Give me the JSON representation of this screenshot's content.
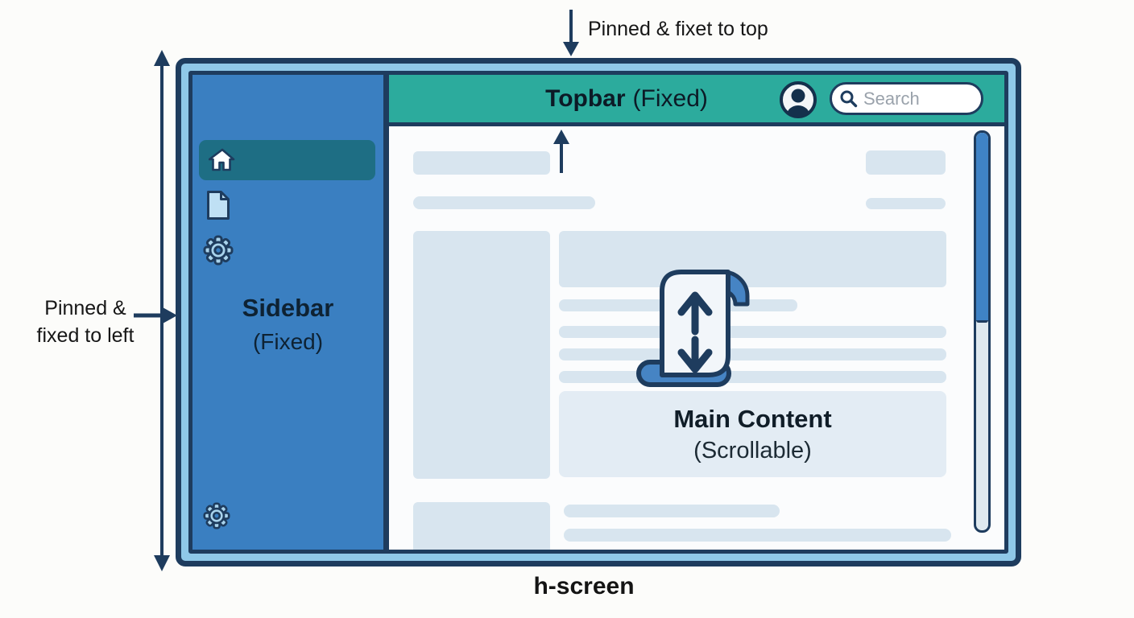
{
  "annotations": {
    "top": "Pinned & fixet to top",
    "left_line1": "Pinned &",
    "left_line2": "fixed to left",
    "bottom": "h-screen"
  },
  "topbar": {
    "title_bold": "Topbar",
    "title_rest": "(Fixed)",
    "search_placeholder": "Search",
    "icons": [
      "user-avatar-icon",
      "search-icon"
    ]
  },
  "sidebar": {
    "title_bold": "Sidebar",
    "title_rest": "(Fixed)",
    "items": [
      {
        "icon": "home-icon",
        "active": true
      },
      {
        "icon": "document-icon",
        "active": false
      },
      {
        "icon": "gear-icon",
        "active": false
      },
      {
        "icon": "gear-icon",
        "active": false
      }
    ]
  },
  "main": {
    "title_bold": "Main Content",
    "title_rest": "(Scrollable)",
    "icon": "scroll-vertical-icon",
    "scrollbar": {
      "thumb_position": "top",
      "thumb_ratio": 0.47
    }
  },
  "colors": {
    "window_border": "#1e3c5e",
    "window_frame": "#8fc8e8",
    "sidebar": "#3a7fc1",
    "sidebar_active": "#1e6e84",
    "topbar": "#2cab9d",
    "skeleton": "#d8e5ef",
    "panel": "#e3ecf4",
    "scrollbar_thumb": "#3f83c6",
    "scroll_icon_blue": "#4684c4"
  }
}
